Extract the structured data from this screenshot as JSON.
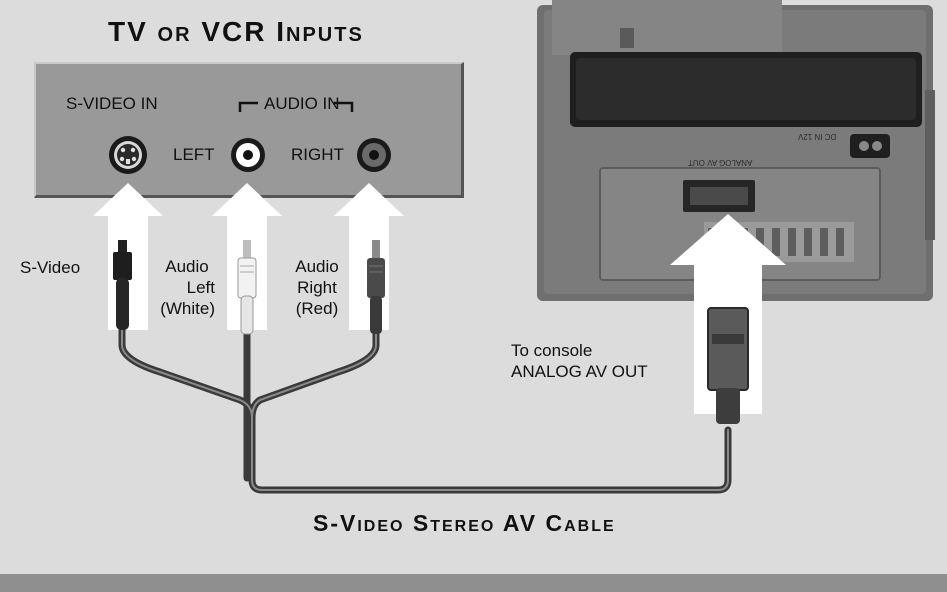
{
  "tv_panel": {
    "title": "TV or VCR Inputs",
    "svideo_in_label": "S-VIDEO IN",
    "audio_in_label": "AUDIO IN",
    "left_label": "LEFT",
    "right_label": "RIGHT"
  },
  "cable_labels": {
    "svideo": "S-Video",
    "audio_left": [
      "Audio",
      "Left",
      "(White)"
    ],
    "audio_right": [
      "Audio",
      "Right",
      "(Red)"
    ]
  },
  "console": {
    "connector_label": [
      "To console",
      "ANALOG AV OUT"
    ],
    "port_label": "ANALOG AV OUT",
    "dc_label": "DC IN 12V"
  },
  "cable_title": "S-Video Stereo AV Cable",
  "colors": {
    "background": "#dcdcdc",
    "panel": "#999999",
    "arrow": "#ffffff",
    "cable": "#444444"
  }
}
